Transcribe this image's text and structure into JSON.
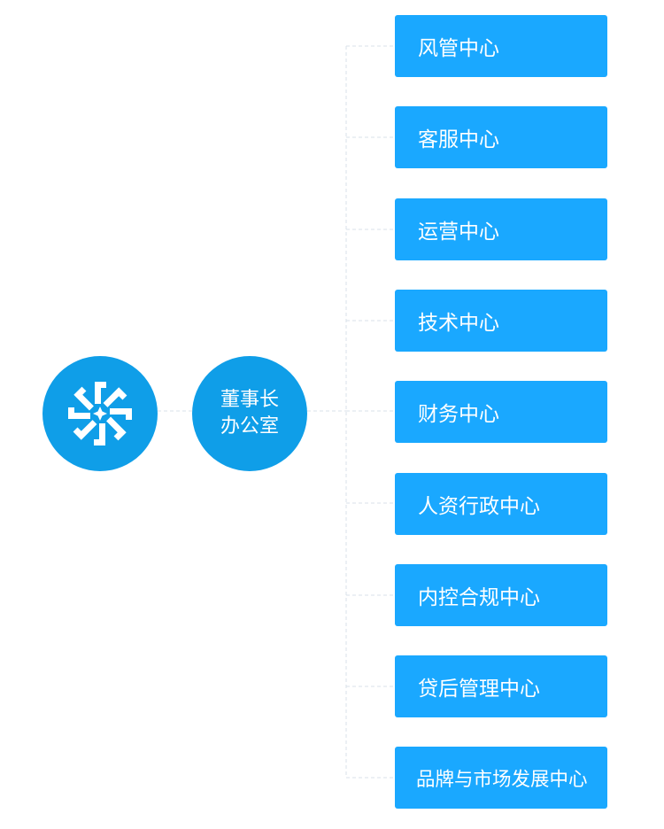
{
  "org_chart": {
    "root_office": {
      "line1": "董事长",
      "line2": "办公室"
    },
    "departments": [
      {
        "label": "风管中心"
      },
      {
        "label": "客服中心"
      },
      {
        "label": "运营中心"
      },
      {
        "label": "技术中心"
      },
      {
        "label": "财务中心"
      },
      {
        "label": "人资行政中心"
      },
      {
        "label": "内控合规中心"
      },
      {
        "label": "贷后管理中心"
      },
      {
        "label": "品牌与市场发展中心"
      }
    ],
    "colors": {
      "circle": "#0f9ee8",
      "box": "#1aa8ff",
      "connector": "#d9e2ea",
      "text": "#ffffff"
    },
    "logo_icon": "pinwheel-logo-icon"
  }
}
